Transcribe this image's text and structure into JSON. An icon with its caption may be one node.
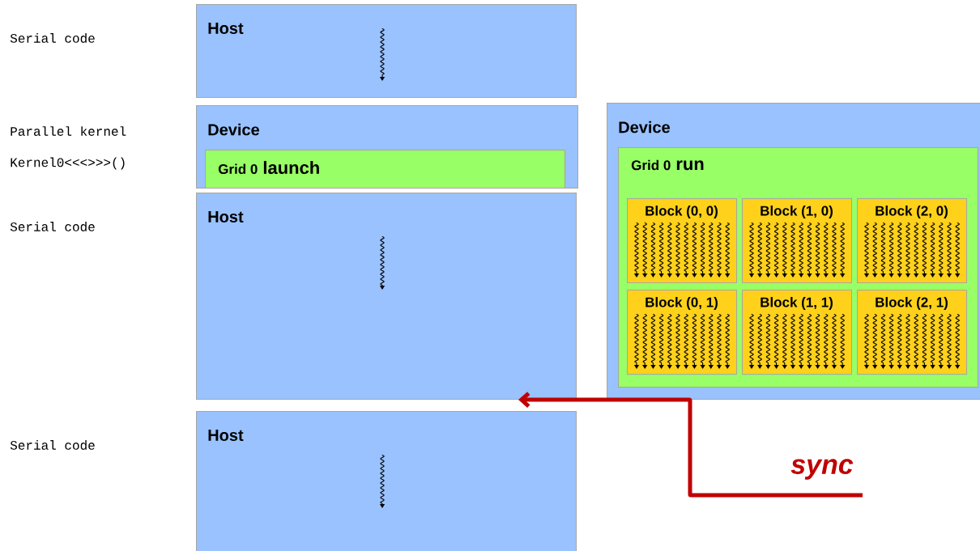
{
  "diagram": {
    "nodes": [
      {
        "text": [
          "Host"
        ]
      },
      {
        "text": [
          "Device"
        ]
      },
      {
        "text": [
          "Grid 0",
          "launch"
        ],
        "in": 1
      },
      {
        "text": [
          "Host"
        ]
      },
      {
        "text": [
          "Host"
        ]
      },
      {
        "text": [
          "Device"
        ]
      },
      {
        "text": [
          "Grid 0",
          "run"
        ],
        "in": 5
      },
      {
        "text": [
          "Block (0, 0)"
        ],
        "in": 6
      },
      {
        "text": [
          "Block (1, 0)"
        ],
        "in": 6
      },
      {
        "text": [
          "Block (2, 0)"
        ],
        "in": 6
      },
      {
        "text": [
          "Block (0, 1)"
        ],
        "in": 6
      },
      {
        "text": [
          "Block (1, 1)"
        ],
        "in": 6
      },
      {
        "text": [
          "Block (2, 1)"
        ],
        "in": 6
      }
    ],
    "edges": [
      {
        "from": null,
        "to": 3,
        "arrow": "to",
        "label": "sync",
        "color": "#c00000"
      }
    ],
    "labels": [
      "Serial code",
      "Parallel kernel",
      "Kernel0<<<>>>()",
      "Serial code",
      "Serial code"
    ]
  }
}
